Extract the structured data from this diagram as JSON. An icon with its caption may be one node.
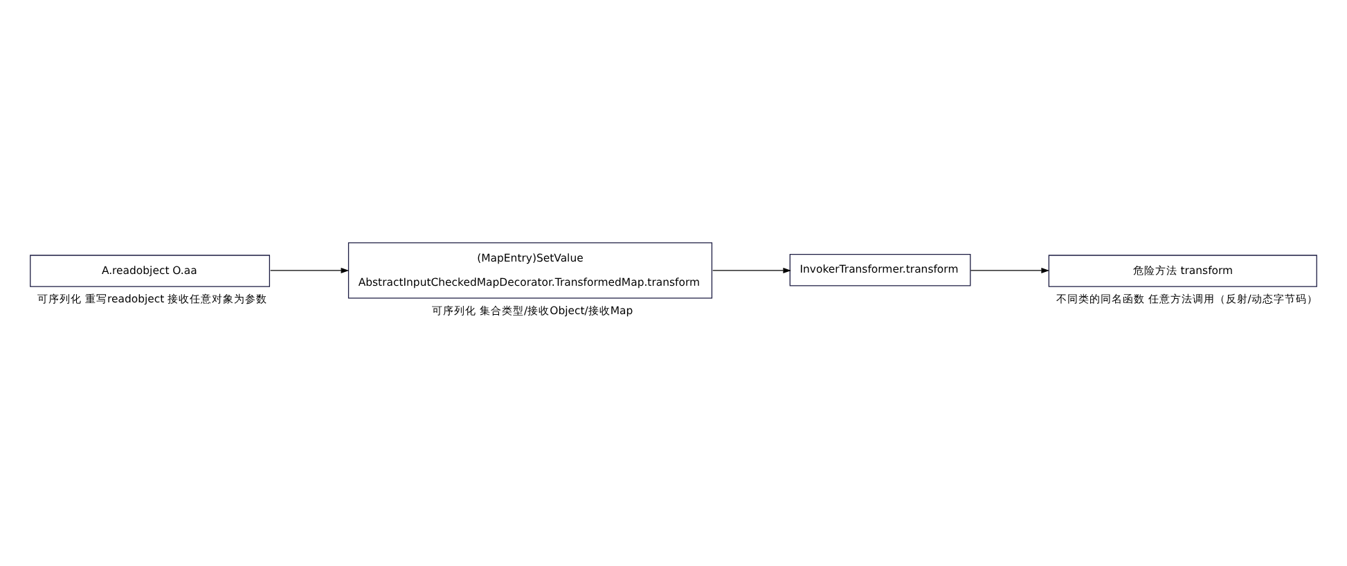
{
  "diagram": {
    "nodes": [
      {
        "text": [
          "A.readobject O.aa"
        ],
        "beside": [
          "可序列化 重写readobject 接收任意对象为参数"
        ]
      },
      {
        "text": [
          "(MapEntry)SetValue",
          "AbstractInputCheckedMapDecorator.TransformedMap.transform"
        ],
        "beside": [
          "可序列化 集合类型/接收Object/接收Map"
        ]
      },
      {
        "text": [
          "InvokerTransformer.transform"
        ]
      },
      {
        "text": [
          "危险方法 transform"
        ],
        "beside": [
          "不同类的同名函数 任意方法调用（反射/动态字节码）"
        ]
      }
    ],
    "edges": [
      {
        "from": 0,
        "to": 1,
        "arrow": "to"
      },
      {
        "from": 1,
        "to": 2,
        "arrow": "to"
      },
      {
        "from": 2,
        "to": 3,
        "arrow": "to"
      }
    ]
  }
}
